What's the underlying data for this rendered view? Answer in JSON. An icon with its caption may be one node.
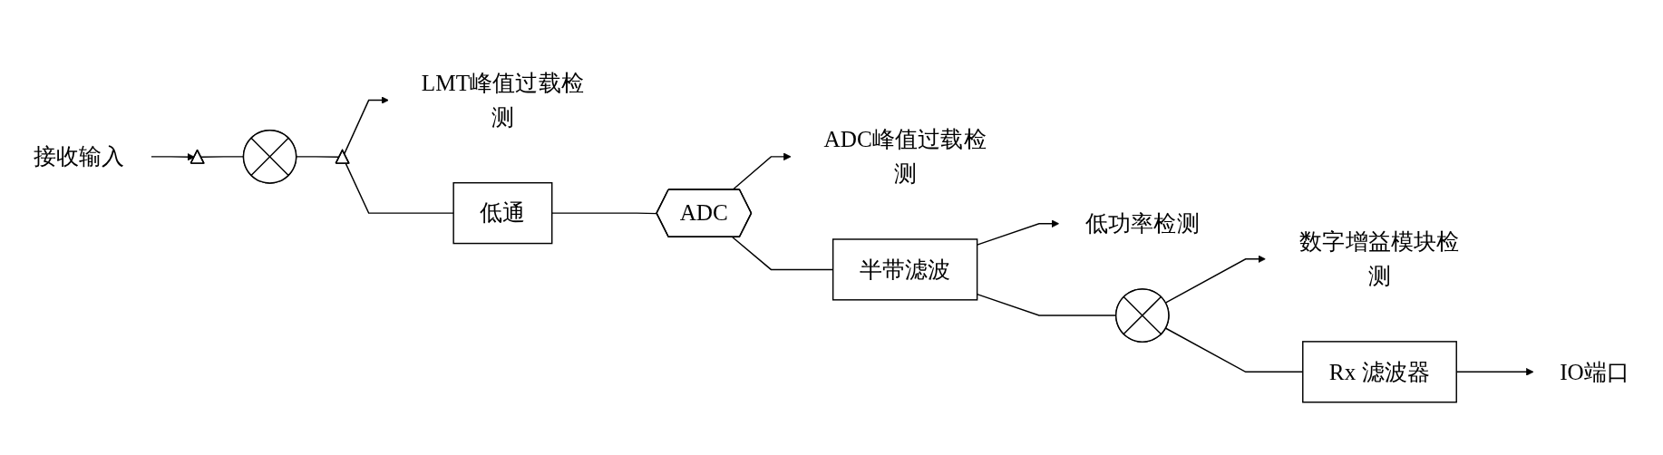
{
  "diagram": {
    "nodes": [
      {
        "text": [
          "接收输入"
        ]
      },
      {
        "text": [],
        "shape": "triangle"
      },
      {
        "text": [],
        "shape": "circle"
      },
      {
        "text": [],
        "shape": "triangle"
      },
      {
        "text": [
          "LMT峰值过载检测"
        ]
      },
      {
        "text": [
          "低通"
        ]
      },
      {
        "text": [
          "ADC"
        ]
      },
      {
        "text": [
          "ADC峰值过载检测"
        ]
      },
      {
        "text": [
          "半带滤波"
        ]
      },
      {
        "text": [
          "低功率检测"
        ]
      },
      {
        "text": [],
        "shape": "circle"
      },
      {
        "text": [
          "数字增益模块检测"
        ]
      },
      {
        "text": [
          "Rx 滤波器"
        ]
      },
      {
        "text": [
          "IO端口"
        ]
      }
    ],
    "edges": [
      {
        "from": 0,
        "to": 1,
        "arrow": "to"
      },
      {
        "from": 1,
        "to": 2,
        "arrow": "none"
      },
      {
        "from": 2,
        "to": 3,
        "arrow": "none"
      },
      {
        "from": 3,
        "to": 4,
        "arrow": "to"
      },
      {
        "from": 3,
        "to": 5,
        "arrow": "none"
      },
      {
        "from": 5,
        "to": 6,
        "arrow": "none"
      },
      {
        "from": 6,
        "to": 7,
        "arrow": "to"
      },
      {
        "from": 6,
        "to": 8,
        "arrow": "none"
      },
      {
        "from": 8,
        "to": 9,
        "arrow": "to"
      },
      {
        "from": 8,
        "to": 10,
        "arrow": "none"
      },
      {
        "from": 10,
        "to": 11,
        "arrow": "to"
      },
      {
        "from": 10,
        "to": 12,
        "arrow": "none"
      },
      {
        "from": 12,
        "to": 13,
        "arrow": "to"
      }
    ]
  }
}
